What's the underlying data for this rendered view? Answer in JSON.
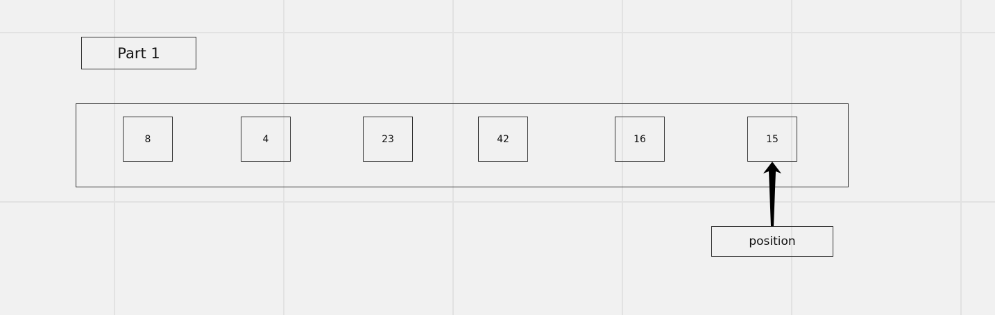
{
  "title": "Part 1",
  "array": {
    "cells": [
      "8",
      "4",
      "23",
      "42",
      "16",
      "15"
    ]
  },
  "pointer": {
    "label": "position"
  },
  "colors": {
    "background": "#f1f1f1",
    "grid": "#e2e2e2",
    "stroke": "#333333",
    "arrow": "#000000"
  }
}
